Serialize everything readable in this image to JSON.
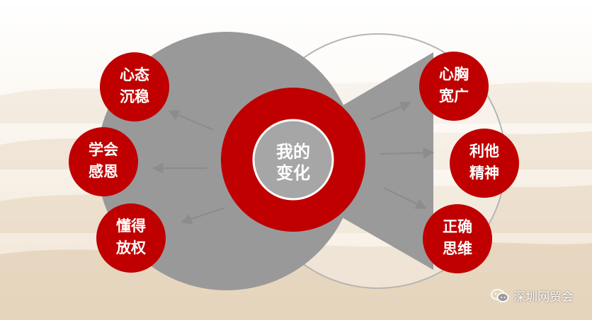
{
  "center": {
    "line1": "我的",
    "line2": "变化"
  },
  "left_items": [
    {
      "line1": "心态",
      "line2": "沉稳"
    },
    {
      "line1": "学会",
      "line2": "感恩"
    },
    {
      "line1": "懂得",
      "line2": "放权"
    }
  ],
  "right_items": [
    {
      "line1": "心胸",
      "line2": "宽广"
    },
    {
      "line1": "利他",
      "line2": "精神"
    },
    {
      "line1": "正确",
      "line2": "思维"
    }
  ],
  "watermark": {
    "text": "深圳网贸会",
    "icon": "wechat-icon"
  },
  "colors": {
    "red": "#c00000",
    "gray_disc": "#999999",
    "gray_beam": "#9a9a9a",
    "inner_disc": "#a6a6a6",
    "outline": "#b5b5b5",
    "arrow": "#8c8c8c",
    "background": "#f4ece0"
  }
}
